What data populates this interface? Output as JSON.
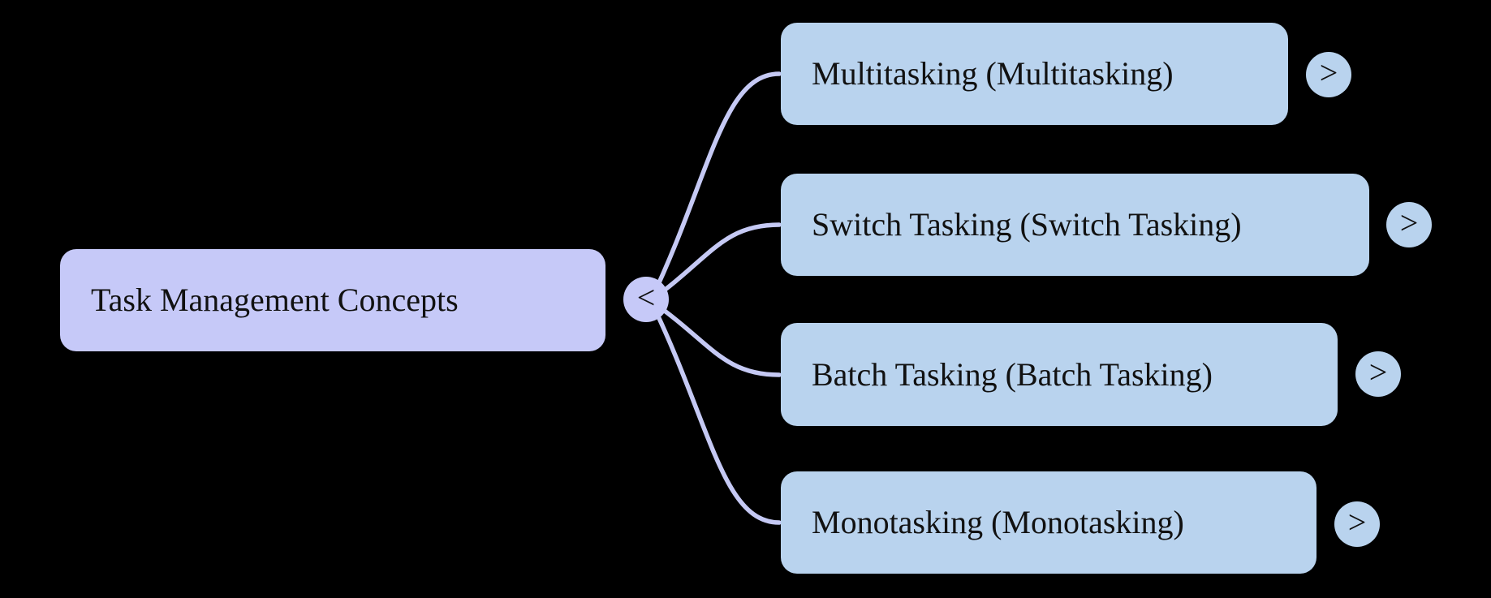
{
  "diagram": {
    "type": "mindmap",
    "root": {
      "label": "Task Management Concepts",
      "collapse_glyph": "<"
    },
    "children": [
      {
        "label": "Multitasking (Multitasking)",
        "expand_glyph": ">"
      },
      {
        "label": "Switch Tasking (Switch Tasking)",
        "expand_glyph": ">"
      },
      {
        "label": "Batch Tasking (Batch Tasking)",
        "expand_glyph": ">"
      },
      {
        "label": "Monotasking (Monotasking)",
        "expand_glyph": ">"
      }
    ],
    "colors": {
      "background": "#000000",
      "root_fill": "#c6c9f8",
      "child_fill": "#b9d3ee",
      "connector": "#c5c9f4",
      "text": "#111111"
    }
  }
}
